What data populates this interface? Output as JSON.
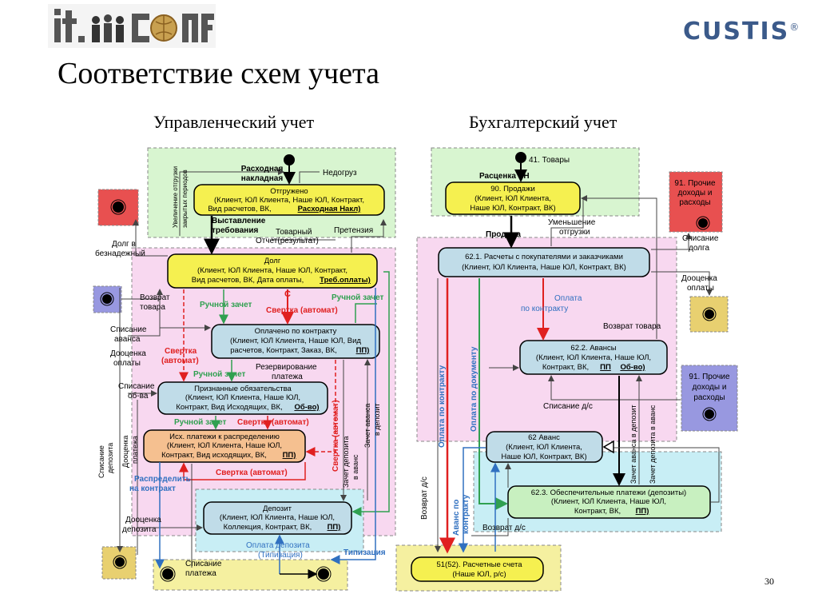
{
  "header": {
    "logo_left_text": "it.conf",
    "logo_right_text": "CUSTIS",
    "logo_right_mark": "®"
  },
  "slide": {
    "title": "Соответствие схем учета",
    "subtitle_left": "Управленческий учет",
    "subtitle_right": "Бухгалтерский учет",
    "page_number": "30"
  },
  "colors": {
    "zone_green": "#d8f5d0",
    "zone_pink": "#f8d8f0",
    "zone_cyan": "#c8eef5",
    "zone_yellow": "#f5f0a0",
    "zone_red": "#e85050",
    "zone_blue": "#9898e0",
    "zone_gold": "#e8d070",
    "node_yellow": "#f5f050",
    "node_blue": "#c0dce8",
    "node_orange": "#f5c090",
    "node_green": "#c8f0c0",
    "arrow_red": "#e02020",
    "arrow_green": "#30a050",
    "arrow_blue": "#3070c0"
  },
  "left": {
    "shipped": [
      "Отгружено",
      "(Клиент, ЮЛ Клиента, Наше ЮЛ, Контракт,",
      "Вид расчетов, ВК,",
      "Расходная Накл)"
    ],
    "debt": [
      "Долг",
      "(Клиент, ЮЛ Клиента, Наше ЮЛ, Контракт,",
      "Вид расчетов, ВК, Дата оплаты,",
      "Треб.оплаты)"
    ],
    "paid": [
      "Оплачено по контракту",
      "(Клиент, ЮЛ Клиента, Наше ЮЛ, Вид",
      "расчетов, Контракт, Заказ, ВК,",
      "ПП)"
    ],
    "obligations": [
      "Признанные обязательства",
      "(Клиент, ЮЛ Клиента, Наше ЮЛ,",
      "Контракт, Вид Исходящих, ВК,",
      "Об-во)"
    ],
    "outgoing": [
      "Исх. платежи к распределению",
      "(Клиент, ЮЛ Клиента, Наше ЮЛ,",
      "Контракт, Вид исходящих, ВК,",
      "ПП)"
    ],
    "deposit": [
      "Депозит",
      "(Клиент, ЮЛ Клиента, Наше ЮЛ,",
      "Коллекция, Контракт, ВК,",
      "ПП)"
    ],
    "labels": {
      "invoice": [
        "Расходная",
        "накладная"
      ],
      "shortage": "Недогруз",
      "vert_increase": [
        "Увеличение отгрузки",
        "закрытых периодов"
      ],
      "billing": [
        "Выставление",
        "требования"
      ],
      "goods_report": [
        "Товарный",
        "Отчет(результат)"
      ],
      "claim": "Претензия",
      "bad_debt": [
        "Долг в",
        "безнадежный"
      ],
      "return_goods": [
        "Возврат",
        "товара"
      ],
      "manual_offset": "Ручной зачет",
      "auto_offset_c": "С",
      "auto_offset": "Свертка (автомат)",
      "manual_offset_right": "Ручной зачет",
      "write_advance": [
        "Списание",
        "аванса"
      ],
      "payment_revalue": [
        "Дооценка",
        "оплаты"
      ],
      "auto_offset_left": [
        "Свертка",
        "(автомат)"
      ],
      "manual_offset_mid": "Ручной зачет",
      "reserve": [
        "Резервирование",
        "платежа"
      ],
      "write_obligation": [
        "Списание",
        "об-ва"
      ],
      "manual_offset_low": "Ручной зачет",
      "auto_offset_low": "Свертка (автомат)",
      "auto_offset_vert": "Свертка (автомат)",
      "deposit_offset_vert": [
        "Зачет депозита",
        "в аванс"
      ],
      "advance_offset_vert": [
        "Зачет аванса",
        "в депозит"
      ],
      "write_deposit_vert": [
        "Списание",
        "депозита"
      ],
      "revalue_payment_vert": [
        "Дооценка",
        "платежа"
      ],
      "distribute": [
        "Распределить",
        "на контракт"
      ],
      "auto_offset_bottom": "Свертка (автомат)",
      "revalue_deposit": [
        "Дооценка",
        "депозита"
      ],
      "deposit_payment": [
        "Оплата депозита",
        "(Типизация)"
      ],
      "typing": "Типизация",
      "write_payment": [
        "Списание",
        "платежа"
      ]
    }
  },
  "right": {
    "sales": [
      "90. Продажи",
      "(Клиент, ЮЛ Клиента,",
      "Наше ЮЛ, Контракт, ВК)"
    ],
    "settlements": [
      "62.1. Расчеты с покупателями и заказчиками",
      "(Клиент, ЮЛ Клиента, Наше ЮЛ, Контракт, ВК)"
    ],
    "advances_622": [
      "62.2. Авансы",
      "(Клиент, ЮЛ Клиента, Наше ЮЛ,",
      "Контракт, ВК,",
      "ПП",
      "Об-во)"
    ],
    "advance_62": [
      "62 Аванс",
      "(Клиент, ЮЛ Клиента,",
      "Наше ЮЛ, Контракт, ВК)"
    ],
    "security_623": [
      "62.3. Обеспечительные платежи (депозиты)",
      "(Клиент, ЮЛ Клиента, Наше ЮЛ,",
      "Контракт, ВК,",
      "ПП)"
    ],
    "bank": [
      "51(52). Расчетные счета",
      "(Наше ЮЛ, р/с)"
    ],
    "other_income_top": [
      "91. Прочие",
      "доходы и",
      "расходы"
    ],
    "other_income_mid": [
      "91. Прочие",
      "доходы и",
      "расходы"
    ],
    "labels": {
      "goods_41": "41. Товары",
      "price_rn": "Расценка РН",
      "decrease": [
        "Уменьшение",
        "отгрузки"
      ],
      "sale": "Продажа",
      "write_debt": [
        "Списание",
        "долга"
      ],
      "payment_revalue": [
        "Дооценка",
        "оплаты"
      ],
      "contract_payment": [
        "Оплата",
        "по контракту"
      ],
      "return_goods": "Возврат товара",
      "write_receivable": "Списание д/с",
      "pay_by_contract_vert": "Оплата по контракту",
      "pay_by_document_vert": "Оплата по документу",
      "return_ds_vert": "Возврат д/с",
      "advance_by_contract_vert": [
        "Аванс по",
        "контракту"
      ],
      "advance_to_deposit_vert": "Зачет аванса в депозит",
      "deposit_to_advance_vert": "Зачет депозита в аванс",
      "return_ds": "Возврат д/с"
    }
  }
}
